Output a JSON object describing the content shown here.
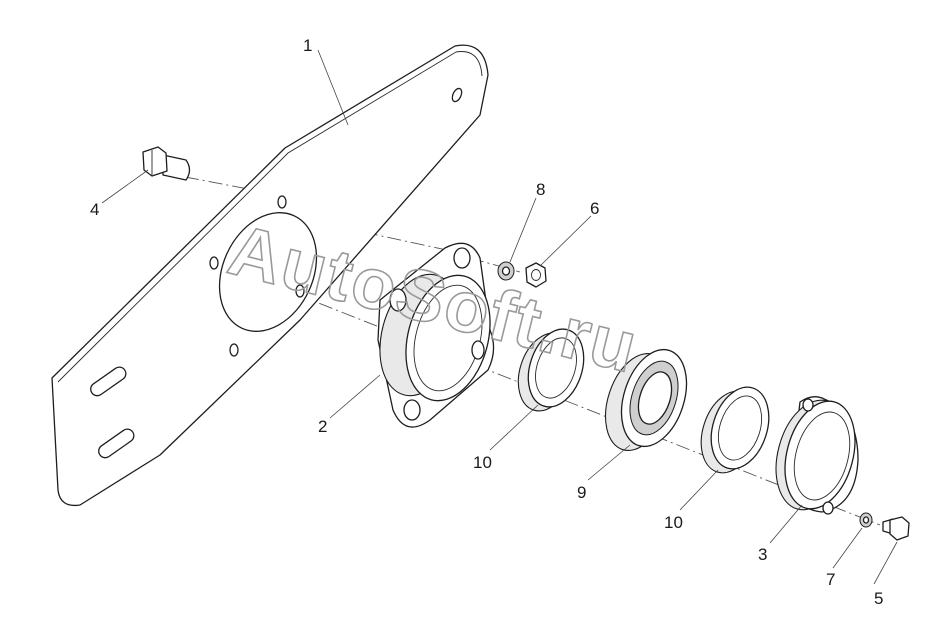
{
  "watermark": "AutoSoft.ru",
  "callouts": [
    {
      "id": "1",
      "label": "1",
      "part": "mounting-plate"
    },
    {
      "id": "2",
      "label": "2",
      "part": "bearing-housing"
    },
    {
      "id": "3",
      "label": "3",
      "part": "housing-cover"
    },
    {
      "id": "4",
      "label": "4",
      "part": "bolt"
    },
    {
      "id": "5",
      "label": "5",
      "part": "bolt"
    },
    {
      "id": "6",
      "label": "6",
      "part": "nut"
    },
    {
      "id": "7",
      "label": "7",
      "part": "washer"
    },
    {
      "id": "8",
      "label": "8",
      "part": "washer"
    },
    {
      "id": "9",
      "label": "9",
      "part": "bearing"
    },
    {
      "id": "10a",
      "label": "10",
      "part": "seal-ring"
    },
    {
      "id": "10b",
      "label": "10",
      "part": "seal-ring"
    }
  ]
}
